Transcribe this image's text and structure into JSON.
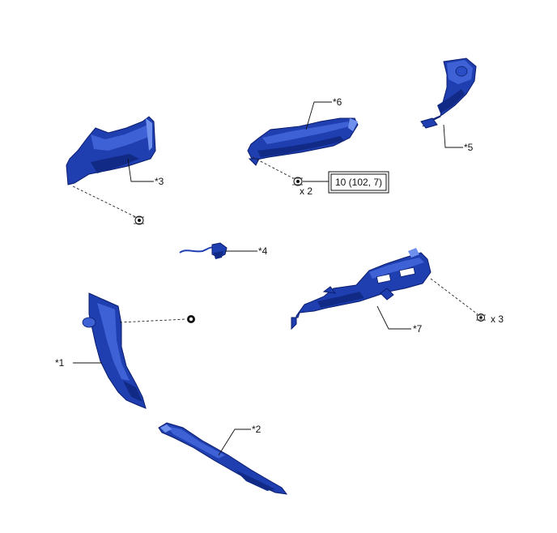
{
  "parts": {
    "p1": "*1",
    "p2": "*2",
    "p3": "*3",
    "p4": "*4",
    "p5": "*5",
    "p6": "*6",
    "p7": "*7"
  },
  "quantities": {
    "q6": "x 2",
    "q7": "x 3"
  },
  "torque": "10 (102, 7)",
  "colors": {
    "part_blue": "#1f3fb0",
    "part_dark": "#0b1d6e",
    "part_highlight": "#6f90ec",
    "line": "#111111"
  }
}
